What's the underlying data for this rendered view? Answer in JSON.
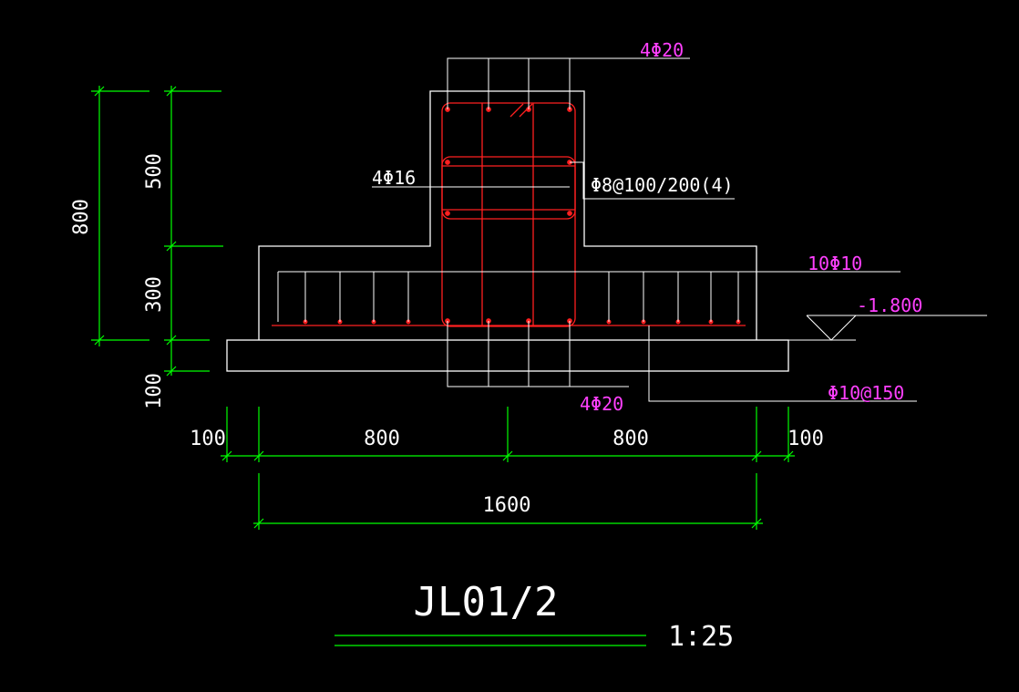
{
  "colors": {
    "background": "#000000",
    "outline": "#ffffff",
    "rebar": "#ff2020",
    "dimension": "#00ff00",
    "label_magenta": "#ff40ff",
    "label_white": "#ffffff"
  },
  "labels": {
    "top_bars": "4Φ20",
    "side_bars": "4Φ16",
    "stirrups": "Φ8@100/200(4)",
    "flange_bars": "10Φ10",
    "elevation": "-1.800",
    "bottom_bars": "4Φ20",
    "flange_stirrups": "Φ10@150"
  },
  "dimensions": {
    "total_height": "800",
    "rib_height": "500",
    "flange_height": "300",
    "cushion_height": "100",
    "left_cushion": "100",
    "left_half": "800",
    "right_half": "800",
    "right_cushion": "100",
    "total_width": "1600"
  },
  "title": {
    "name": "JL01/2",
    "scale": "1:25"
  }
}
